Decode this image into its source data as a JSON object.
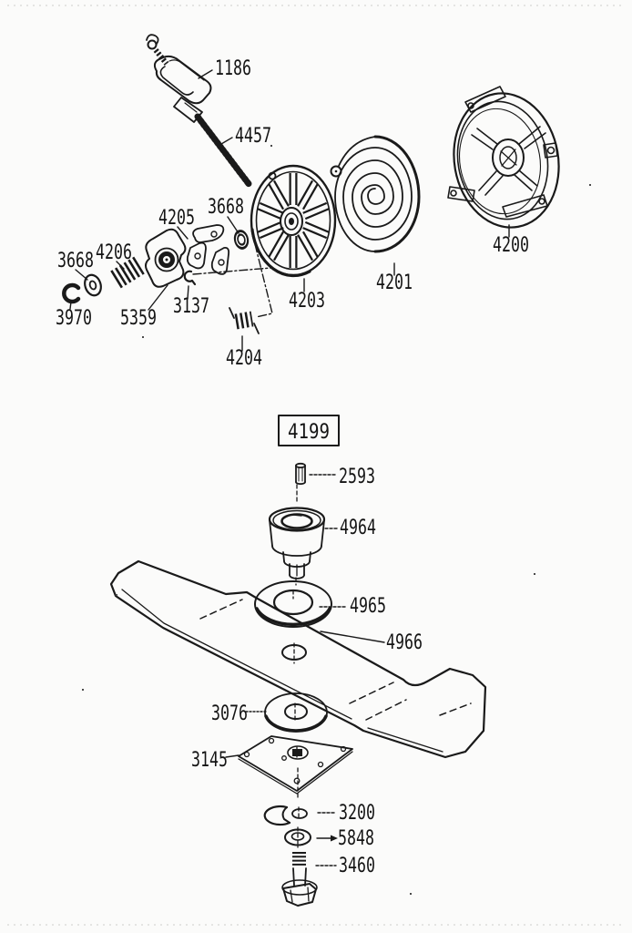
{
  "page": {
    "background": "#fbfbfa",
    "ink_color": "#1a1a1a",
    "description": "Exploded parts diagram: recoil starter and mower blade assembly"
  },
  "parts": {
    "handle": "1186",
    "rope": "4457",
    "washer_top": "3668",
    "pawl_set": "4205",
    "cone_spring": "4206",
    "washer_left": "3668",
    "retaining_ring": "3970",
    "starter_cam": "5359",
    "clip": "3137",
    "pulley": "4203",
    "pawl_spring": "4204",
    "recoil_spring": "4201",
    "housing": "4200",
    "assembly_box": "4199",
    "pin": "2593",
    "blade_adapter": "4964",
    "washer_upper": "4965",
    "blade": "4966",
    "washer_lower": "3076",
    "mount_plate": "3145",
    "lock_washer": "3200",
    "flat_washer": "5848",
    "bolt": "3460"
  }
}
